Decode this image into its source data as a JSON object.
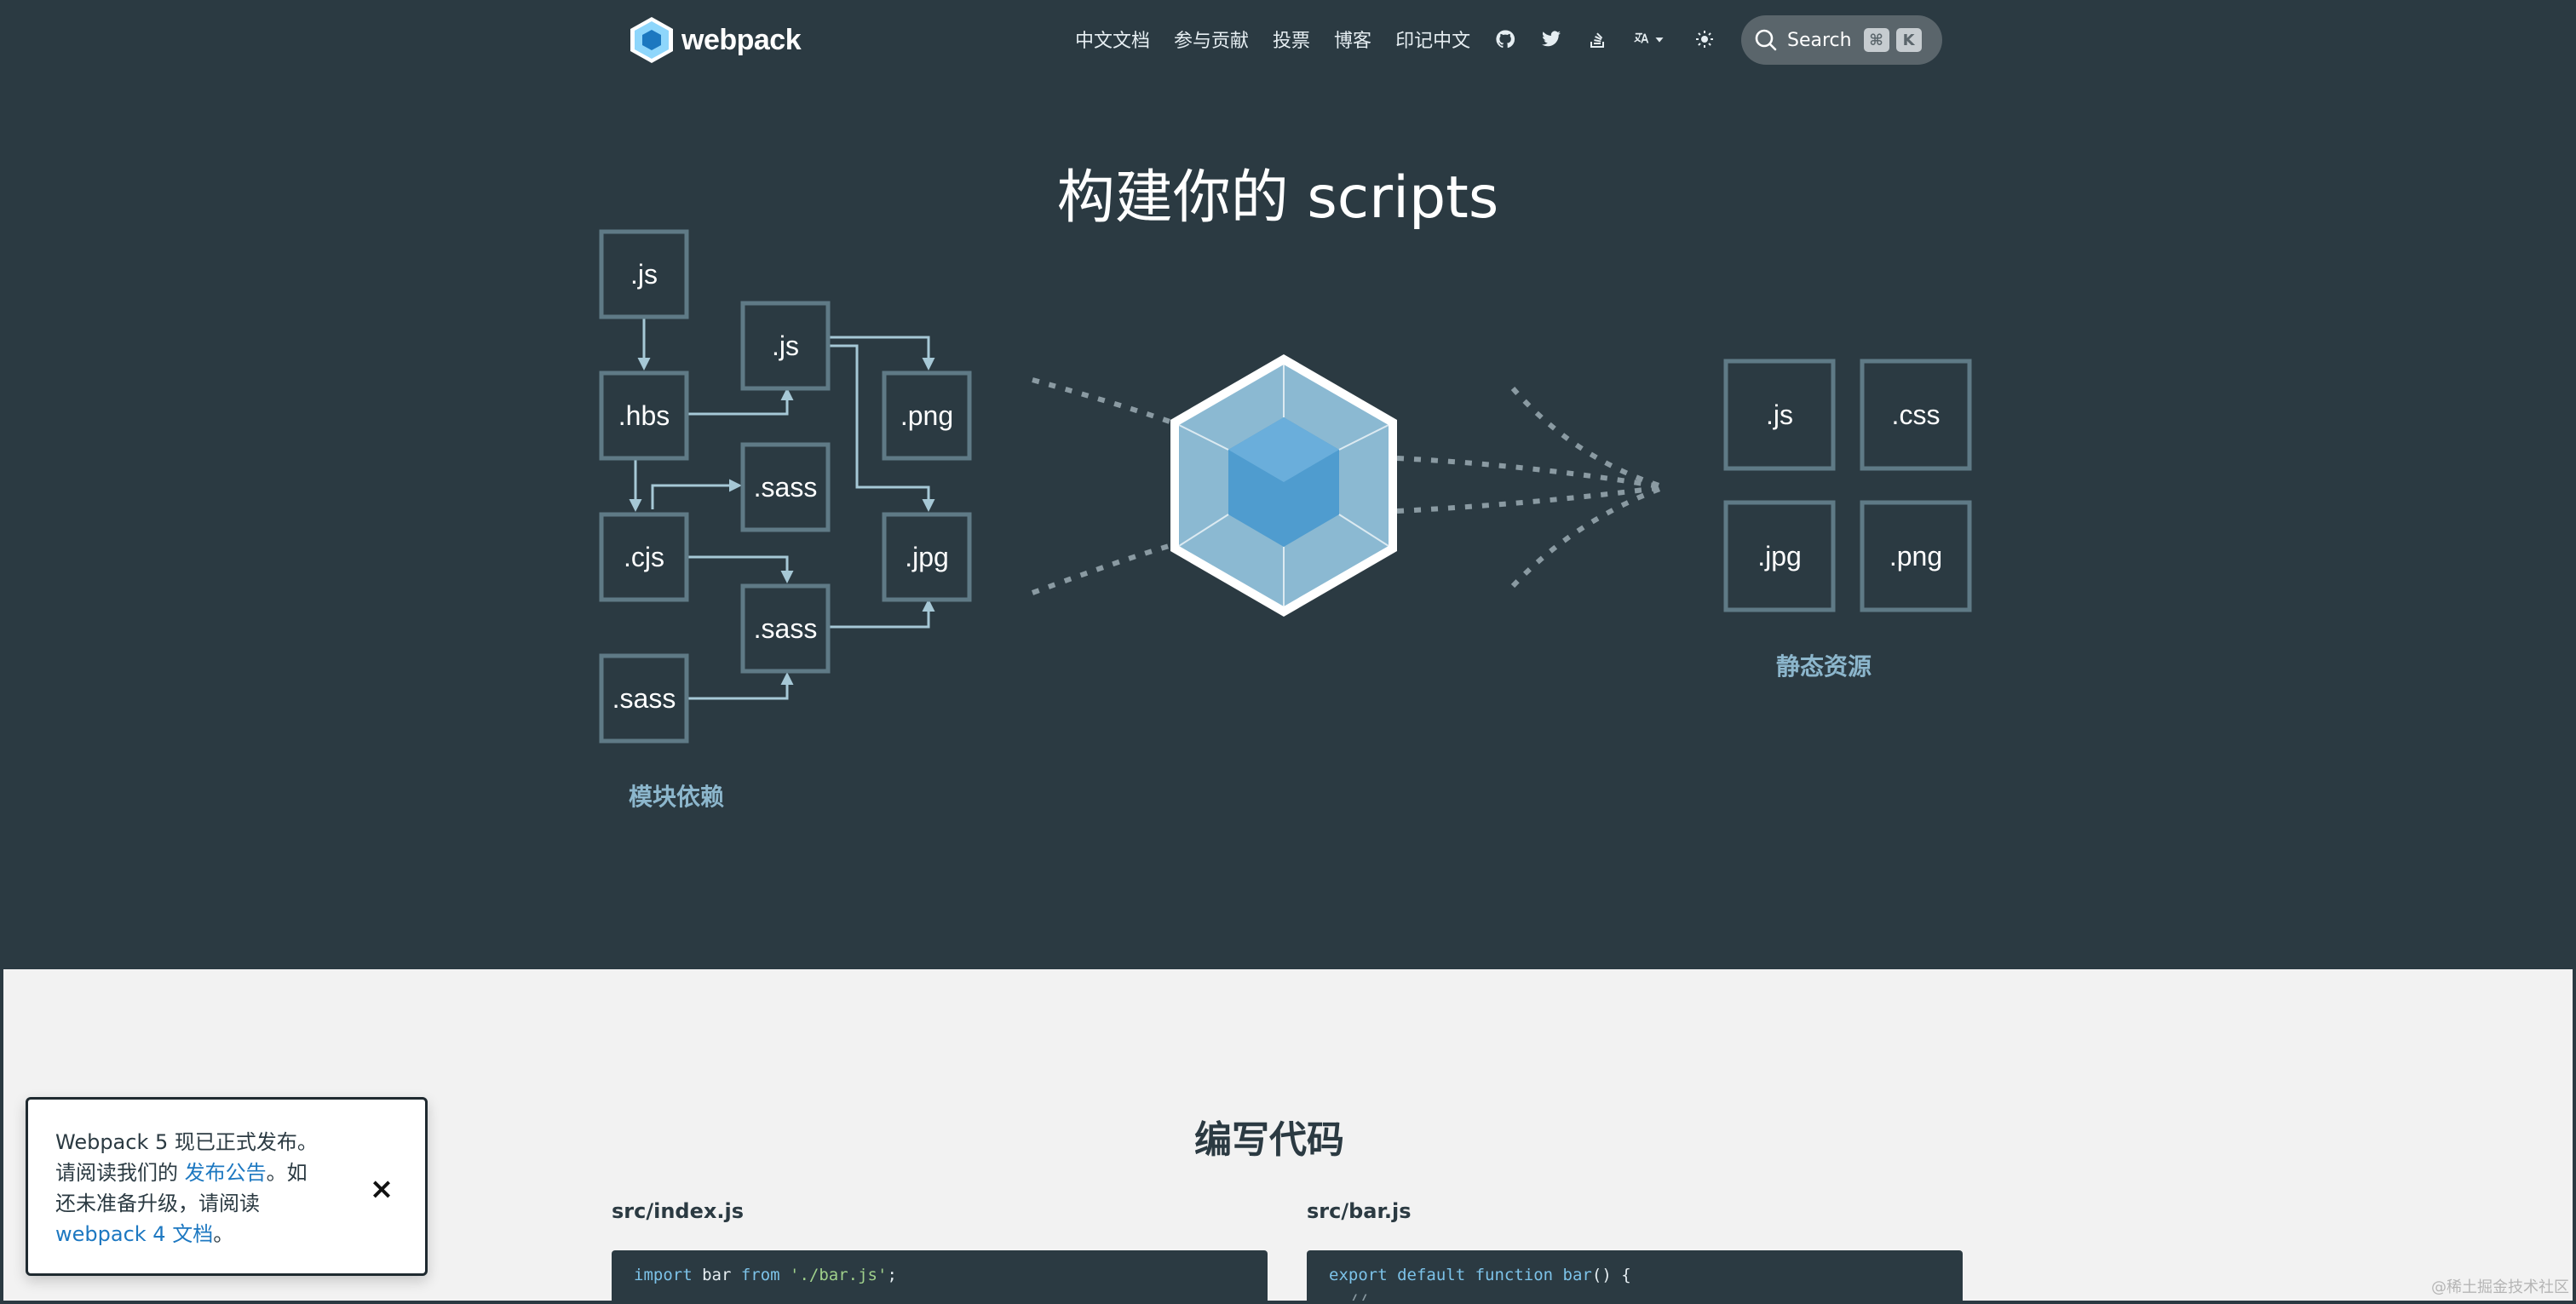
{
  "nav": {
    "brand": "webpack",
    "links": [
      "中文文档",
      "参与贡献",
      "投票",
      "博客",
      "印记中文"
    ],
    "search_label": "Search",
    "search_keys": [
      "⌘",
      "K"
    ]
  },
  "hero": {
    "title": "构建你的 scripts",
    "modules": [
      ".js",
      ".js",
      ".hbs",
      ".png",
      ".sass",
      ".cjs",
      ".jpg",
      ".sass",
      ".sass"
    ],
    "modules_caption": "模块依赖",
    "assets": [
      ".js",
      ".css",
      ".jpg",
      ".png"
    ],
    "assets_caption": "静态资源"
  },
  "write_code": {
    "title": "编写代码",
    "file_left": "src/index.js",
    "file_right": "src/bar.js",
    "code_left": {
      "kw1": "import",
      "name": " bar ",
      "kw2": "from",
      "str": " './bar.js'",
      "end": ";"
    },
    "code_right": {
      "kw1": "export default function",
      "name": " bar",
      "end": "() {",
      "line2": "  //"
    }
  },
  "notice": {
    "text1": "Webpack 5 现已正式发布。请阅读我们的 ",
    "link1": "发布公告",
    "text2": "。如还未准备升级，请阅读 ",
    "link2": "webpack 4 文档",
    "text3": "。",
    "close": "×"
  },
  "watermark": "@稀土掘金技术社区",
  "colors": {
    "hero_bg": "#2b3a42",
    "cube_light": "#8ed6fb",
    "cube_dark": "#1c78c0",
    "link": "#1d78c1"
  }
}
